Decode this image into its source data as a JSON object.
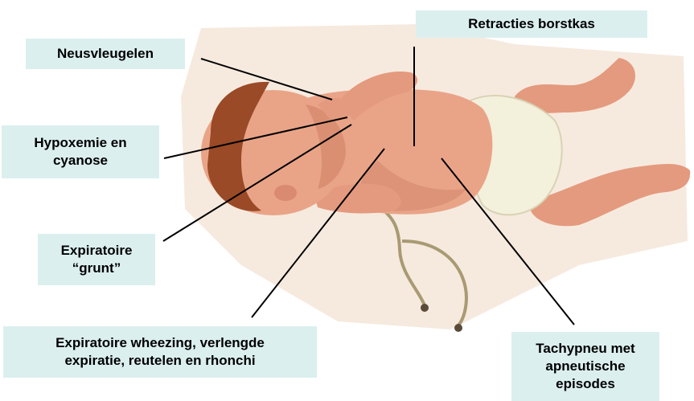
{
  "labels": {
    "retracties": "Retracties borstkas",
    "neusvleugelen": "Neusvleugelen",
    "hypoxemie": "Hypoxemie en\ncyanose",
    "grunt": "Expiratoire\n“grunt”",
    "wheezing": "Expiratoire wheezing, verlengde\nexpiratie, reutelen en rhonchi",
    "tachypneu": "Tachypneu met\napneutische\nepisodes"
  },
  "colors": {
    "label_bg": "#dcefef",
    "skin": "#e9a488",
    "skin_shadow": "#c7765c",
    "hair": "#9a4a26",
    "diaper": "#f3f0dc",
    "background_wash": "#f6eadf",
    "stethoscope": "#a89a72"
  }
}
